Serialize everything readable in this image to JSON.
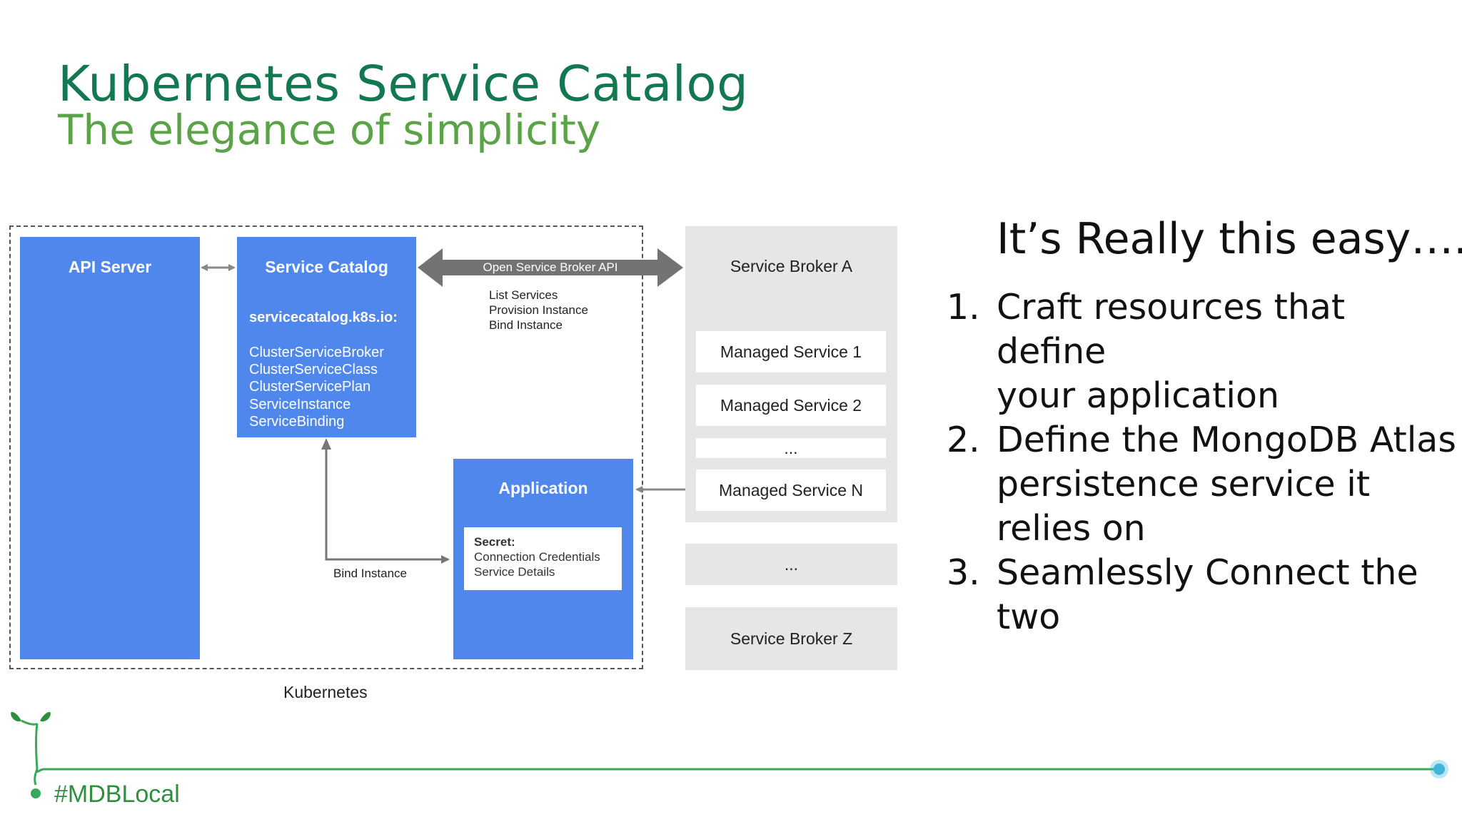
{
  "slide": {
    "title": "Kubernetes Service Catalog",
    "subtitle": "The elegance of simplicity",
    "hashtag": "#MDBLocal"
  },
  "diagram": {
    "kubernetes_label": "Kubernetes",
    "api_server": "API Server",
    "service_catalog": {
      "title": "Service Catalog",
      "group": "servicecatalog.k8s.io:",
      "resources": [
        "ClusterServiceBroker",
        "ClusterServiceClass",
        "ClusterServicePlan",
        "ServiceInstance",
        "ServiceBinding"
      ]
    },
    "osb_api_label": "Open Service Broker API",
    "osb_ops": [
      "List Services",
      "Provision Instance",
      "Bind Instance"
    ],
    "bind_instance_label": "Bind Instance",
    "application": {
      "title": "Application",
      "secret_title": "Secret:",
      "secret_lines": [
        "Connection Credentials",
        "Service Details"
      ]
    },
    "broker_a": {
      "title": "Service Broker A",
      "services": [
        "Managed Service 1",
        "Managed Service 2",
        "...",
        "Managed Service N"
      ]
    },
    "broker_dots": "...",
    "broker_z": "Service Broker Z"
  },
  "right_panel": {
    "heading": "It’s Really this easy….",
    "steps": [
      {
        "num": "1.",
        "lines": [
          "Craft resources that define",
          "your application"
        ]
      },
      {
        "num": "2.",
        "lines": [
          "Define the MongoDB Atlas",
          "persistence service it",
          "relies on"
        ]
      },
      {
        "num": "3.",
        "lines": [
          "Seamlessly Connect the",
          "two"
        ]
      }
    ]
  },
  "colors": {
    "title_green": "#13774f",
    "subtitle_green": "#5aa346",
    "box_blue": "#4f87ec",
    "broker_gray": "#e6e6e6",
    "timeline_green": "#3aa85a",
    "timeline_dot": "#3fb6d9"
  }
}
